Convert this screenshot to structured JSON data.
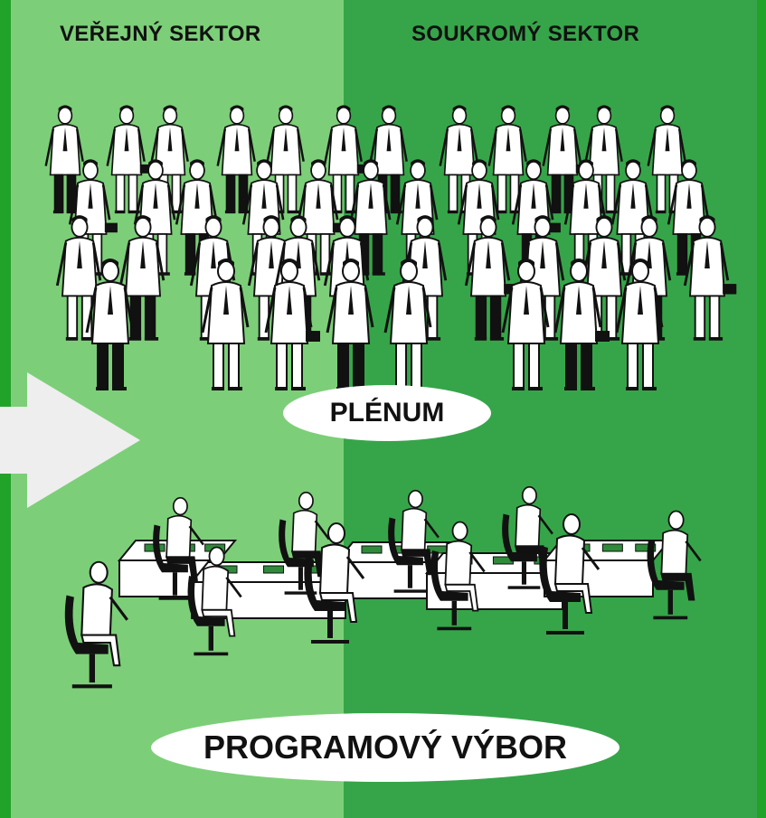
{
  "sectors": {
    "public_label": "VEŘEJNÝ SEKTOR",
    "private_label": "SOUKROMÝ SEKTOR"
  },
  "groups": {
    "plenum_label": "PLÉNUM",
    "committee_label": "PROGRAMOVÝ VÝBOR"
  },
  "colors": {
    "public_panel": "#7ccf78",
    "private_panel": "#36a549",
    "frame": "#21a32a",
    "arrow": "#eeeeee",
    "ink": "#111111",
    "paper": "#ffffff",
    "desk_item": "#2e8b3a"
  },
  "icons": {
    "arrow": "right-arrow-icon",
    "crowd": "standing-people-crowd",
    "meeting": "seated-meeting-people"
  }
}
